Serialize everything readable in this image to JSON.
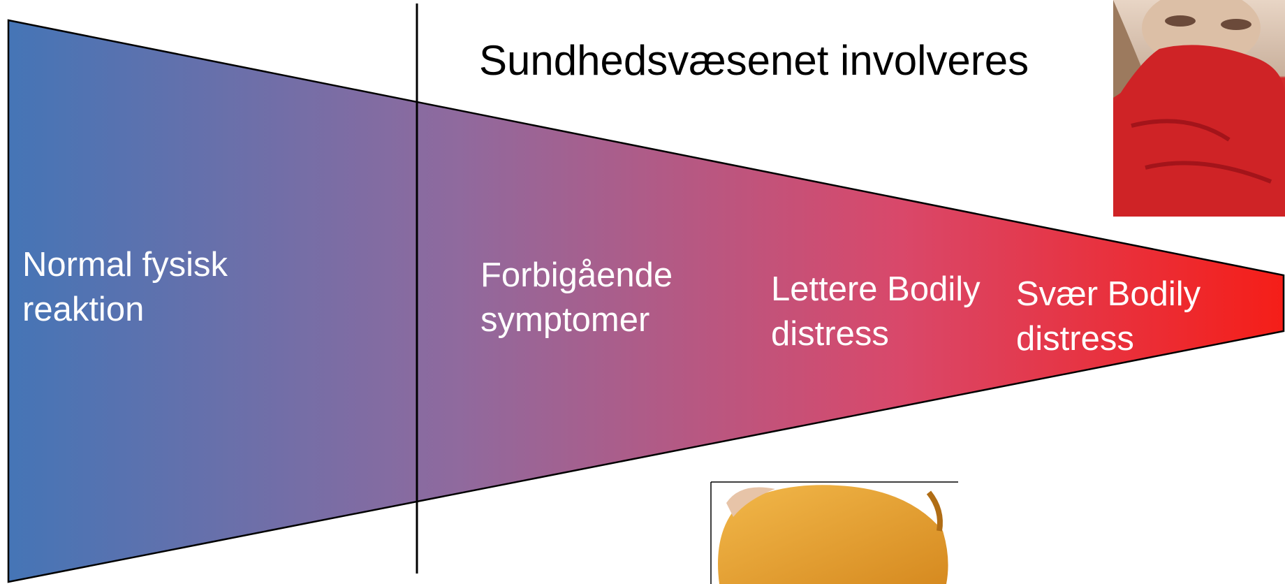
{
  "title": "Sundhedsvæsenet involveres",
  "stages": [
    {
      "line1": "Normal fysisk",
      "line2": "reaktion"
    },
    {
      "line1": "Forbigående",
      "line2": "symptomer"
    },
    {
      "line1": "Lettere Bodily",
      "line2": "distress"
    },
    {
      "line1": "Svær Bodily",
      "line2": "distress"
    }
  ],
  "colors": {
    "start": "#4575b6",
    "mid": "#8f6a9e",
    "end": "#f51e18",
    "line": "#000000"
  },
  "photos": [
    {
      "name": "woman-red-blanket-photo"
    },
    {
      "name": "person-yellow-shirt-photo"
    }
  ]
}
